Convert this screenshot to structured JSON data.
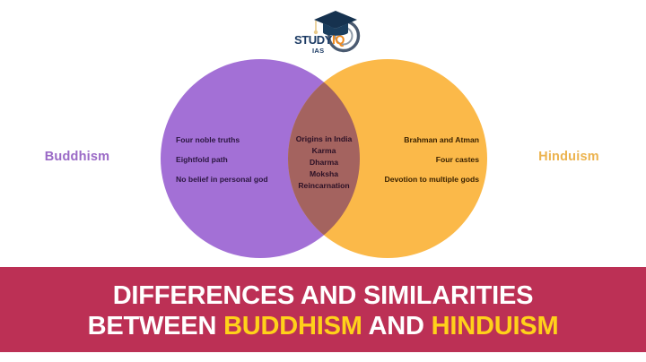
{
  "logo": {
    "name": "study-iq-ias-logo",
    "word_study": "STUDY",
    "word_iq": "IQ",
    "word_ias": "IAS",
    "cap_color": "#16324f",
    "study_color": "#1b3a63",
    "iq_color": "#f08a1e",
    "ring_color": "#3a4a63"
  },
  "venn": {
    "left": {
      "label": "Buddhism",
      "label_color": "#9a69c6",
      "circle_color": "#a370d6",
      "items": [
        "Four noble truths",
        "Eightfold path",
        "No belief in personal god"
      ]
    },
    "right": {
      "label": "Hinduism",
      "label_color": "#ecb34e",
      "circle_color": "#fbb949",
      "items": [
        "Brahman and Atman",
        "Four castes",
        "Devotion to multiple gods"
      ]
    },
    "overlap": {
      "color": "#a4635f",
      "items": [
        "Origins in India",
        "Karma",
        "Dharma",
        "Moksha",
        "Reincarnation"
      ]
    }
  },
  "banner": {
    "background_color": "#bc3055",
    "line1": "DIFFERENCES AND SIMILARITIES",
    "line2_part1": "BETWEEN ",
    "line2_highlight1": "BUDDHISM",
    "line2_part2": " AND ",
    "line2_highlight2": "HINDUISM",
    "highlight_color": "#ffd11a",
    "text_color": "#ffffff"
  }
}
